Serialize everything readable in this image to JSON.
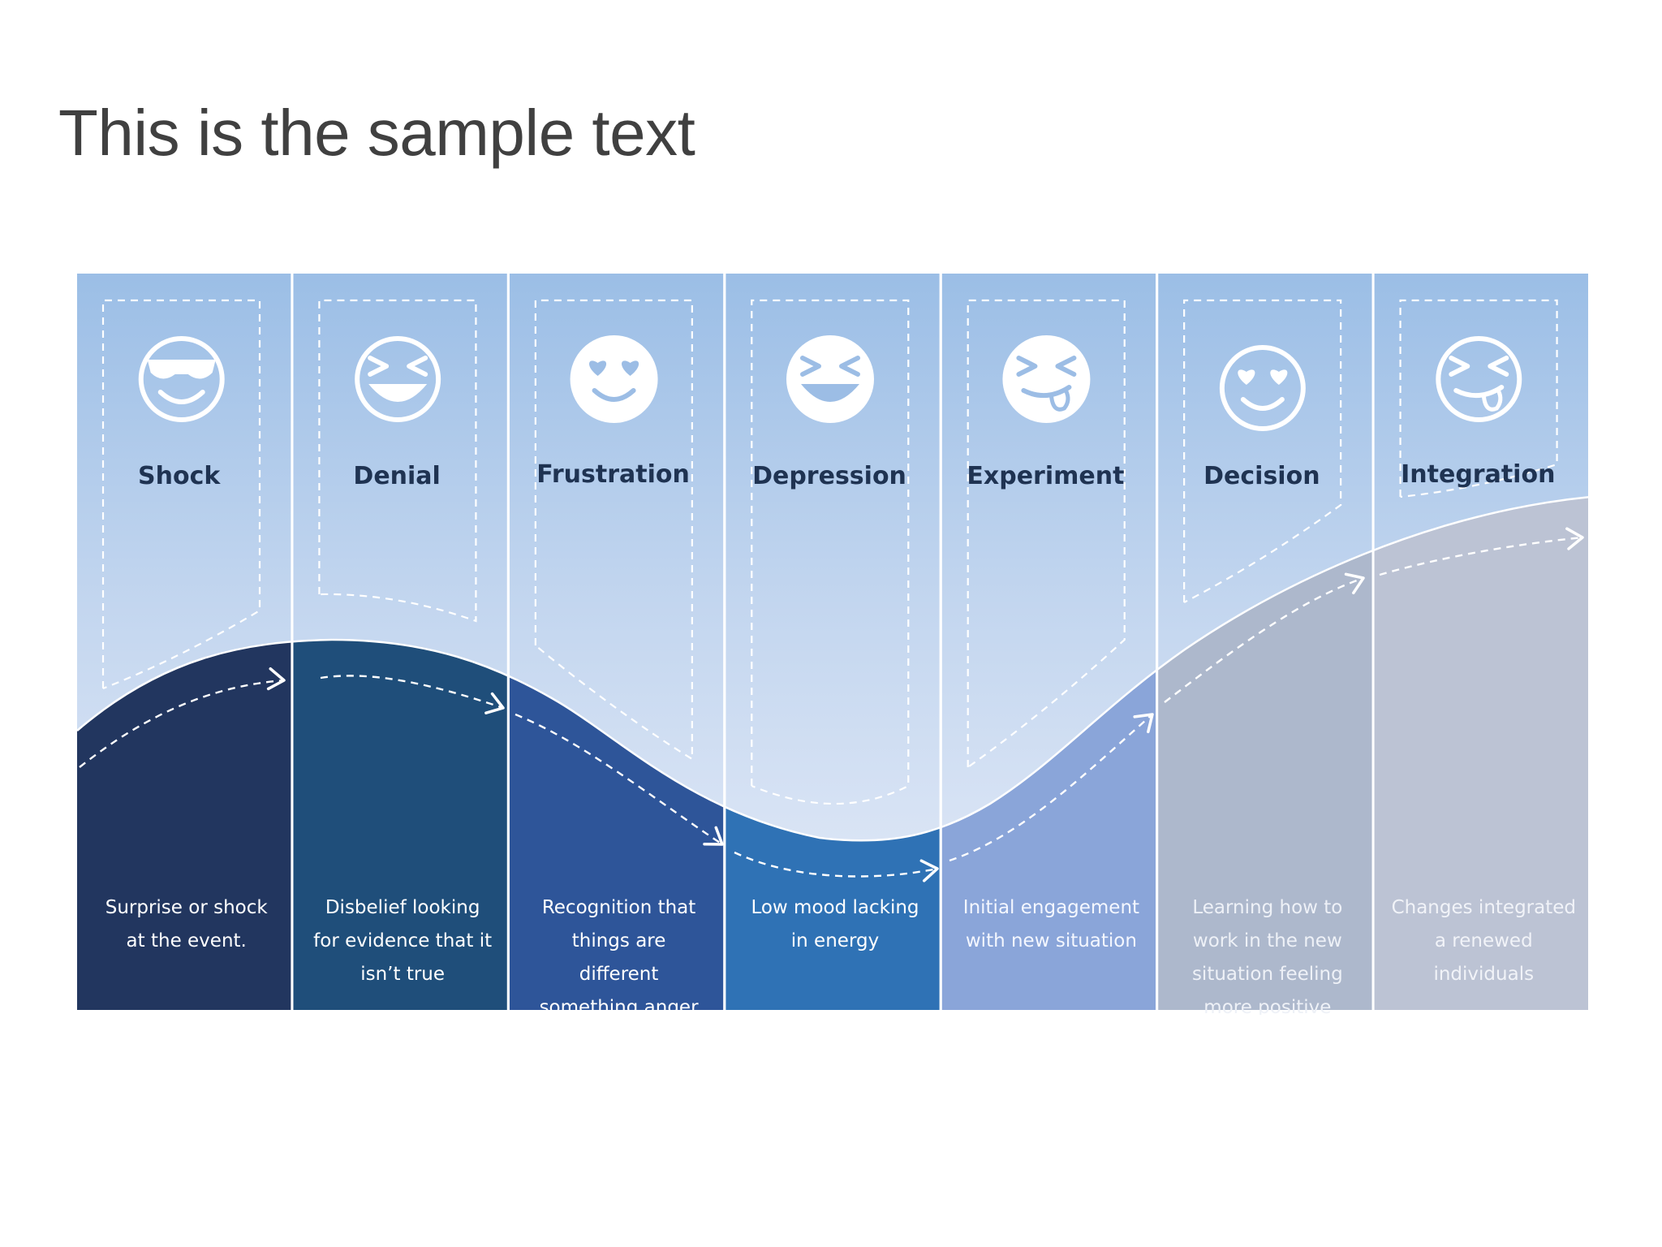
{
  "title": "This is the sample text",
  "stages": [
    {
      "name": "Shock",
      "icon": "sunglasses-smiley-icon",
      "desc": [
        "Surprise or shock",
        "at the event."
      ],
      "color": "#22365f"
    },
    {
      "name": "Denial",
      "icon": "grinning-squint-icon",
      "desc": [
        "Disbelief looking",
        "for evidence that it",
        "isn’t true"
      ],
      "color": "#1f4e7a"
    },
    {
      "name": "Frustration",
      "icon": "heart-eyes-smiley-icon",
      "desc": [
        "Recognition that",
        "things are",
        "different",
        "something anger"
      ],
      "color": "#2e5599"
    },
    {
      "name": "Depression",
      "icon": "grinning-squint-icon",
      "desc": [
        "Low mood lacking",
        "in energy"
      ],
      "color": "#2f72b5"
    },
    {
      "name": "Experiment",
      "icon": "tongue-out-squint-icon",
      "desc": [
        "Initial engagement",
        "with new situation"
      ],
      "color": "#8aa5d9"
    },
    {
      "name": "Decision",
      "icon": "heart-eyes-smiley-icon",
      "desc": [
        "Learning how to",
        "work in the new",
        "situation feeling",
        "more positive"
      ],
      "color": "#adb8cc"
    },
    {
      "name": "Integration",
      "icon": "tongue-out-squint-icon",
      "desc": [
        "Changes integrated",
        "a renewed",
        "individuals"
      ],
      "color": "#bcc3d4"
    }
  ]
}
